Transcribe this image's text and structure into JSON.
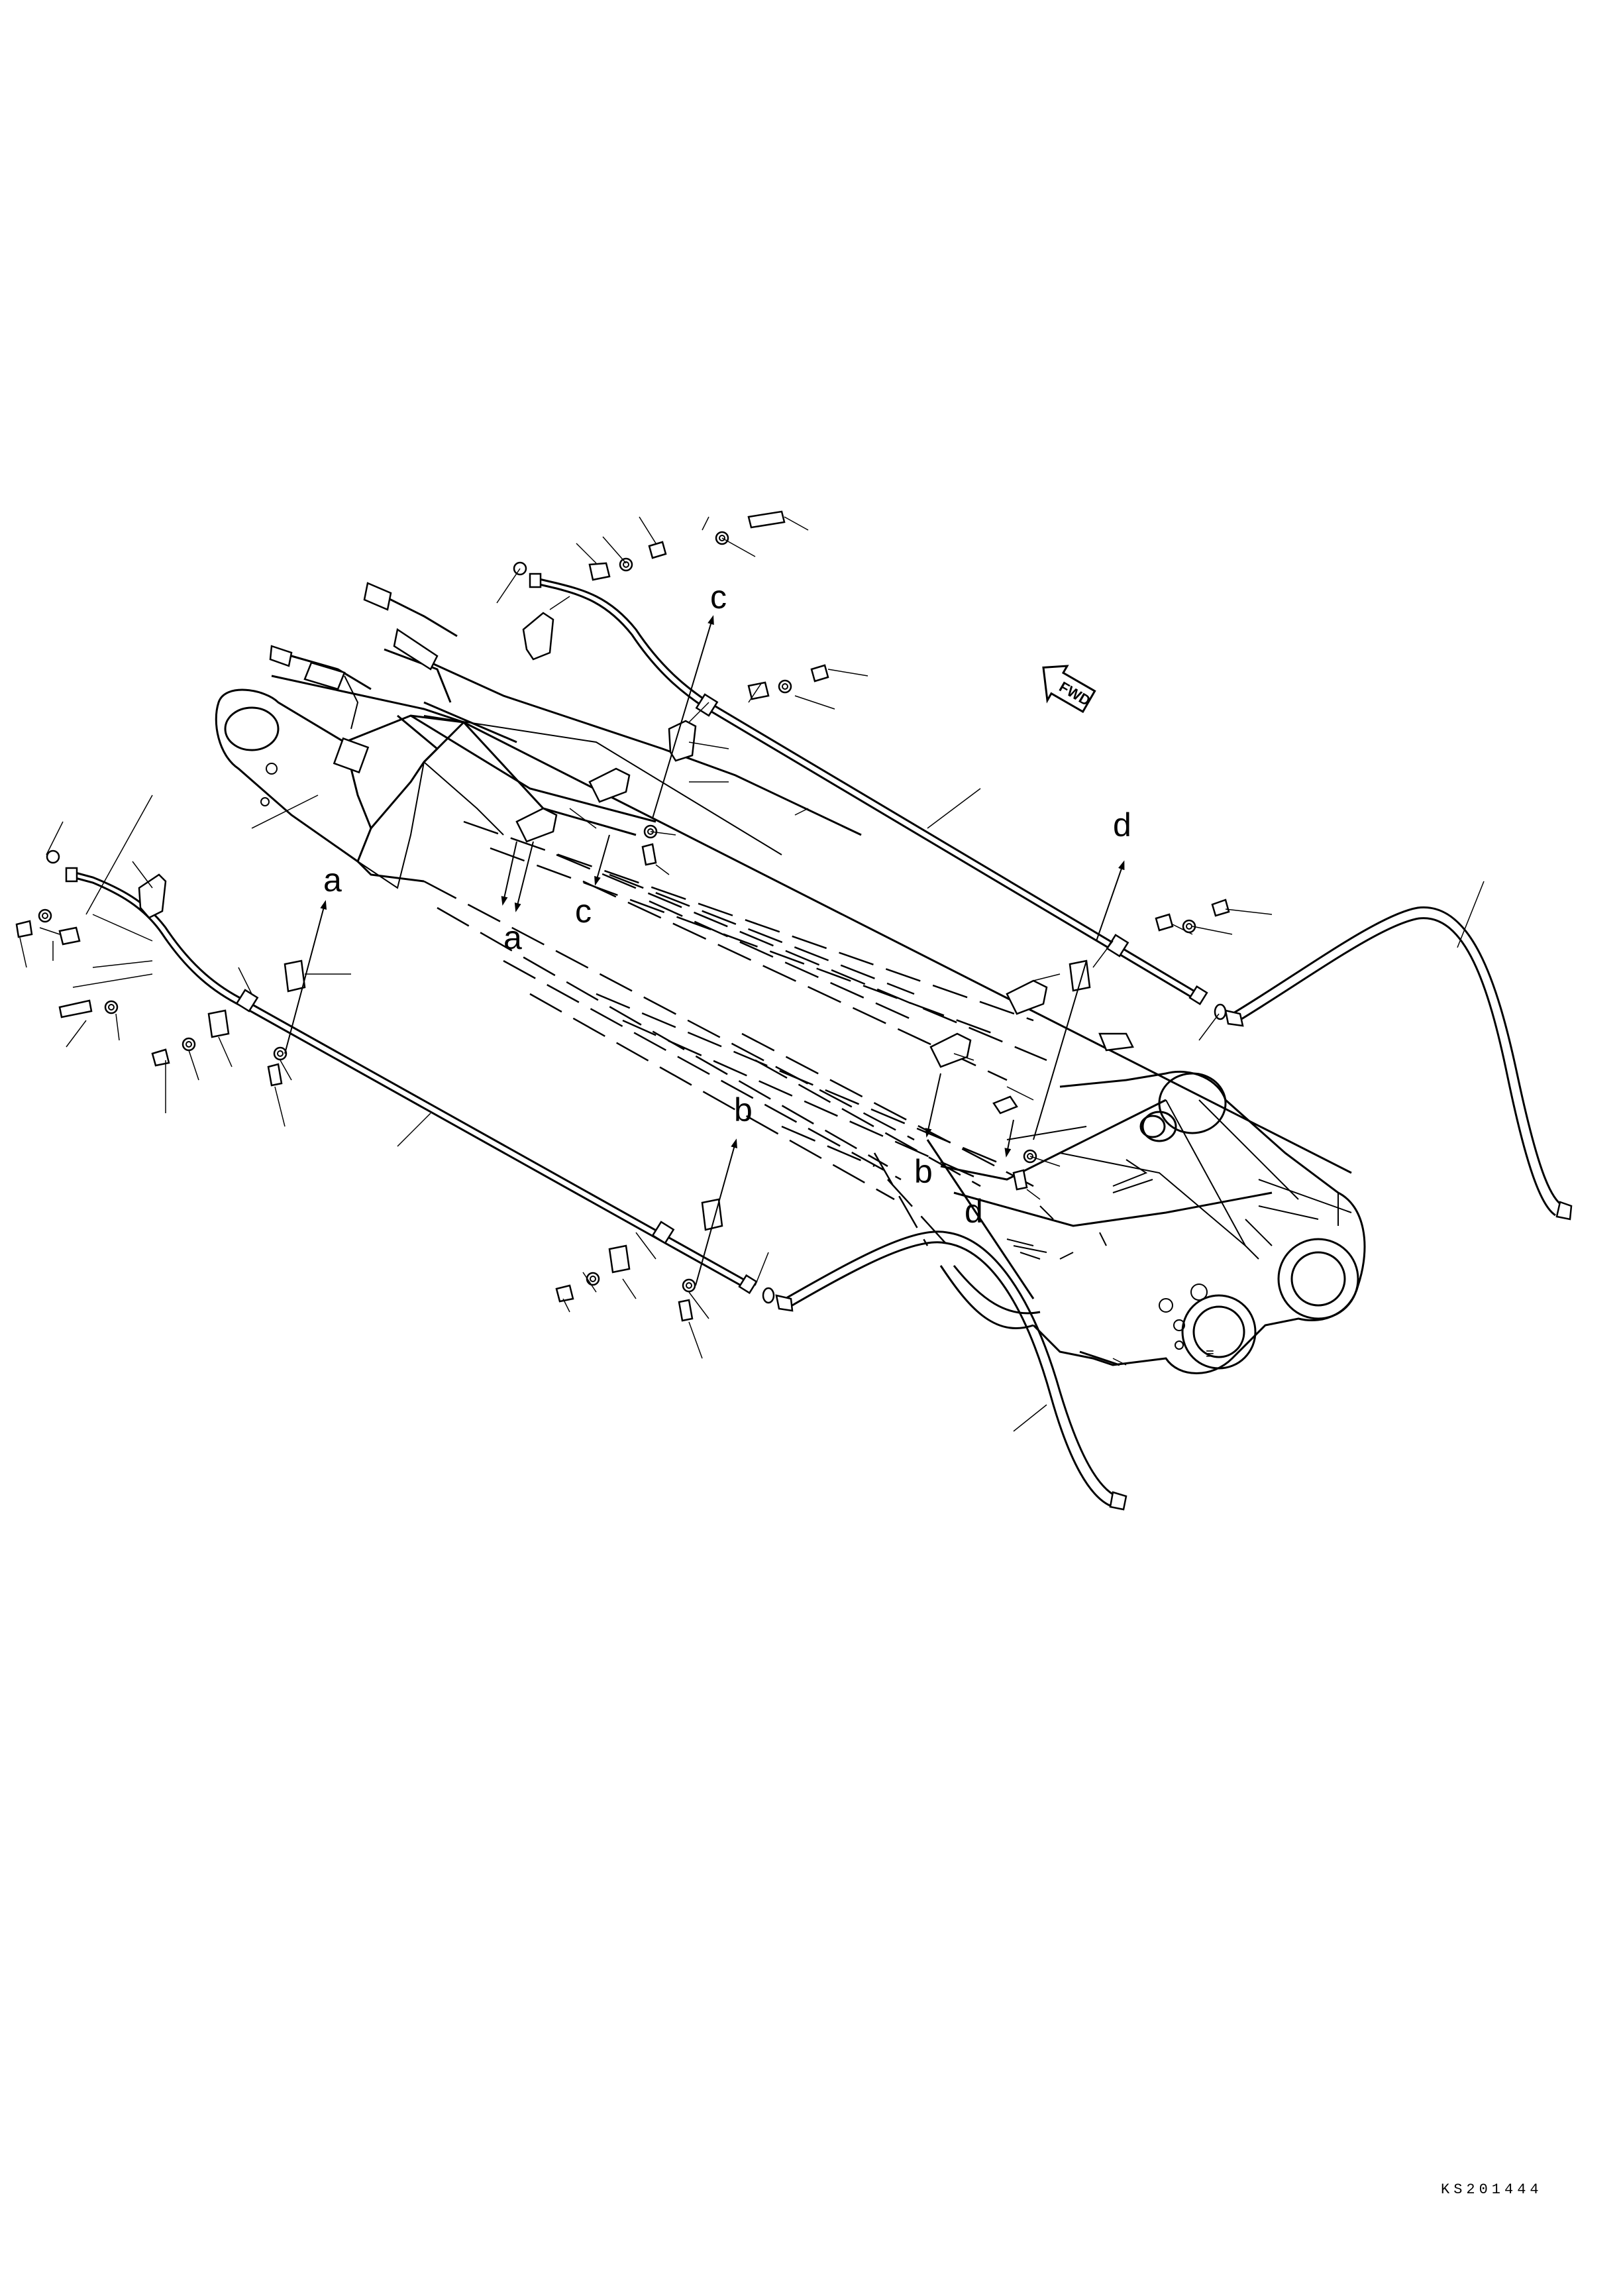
{
  "diagram": {
    "orientation_marker": {
      "text": "FWD",
      "icon": "forward-arrow-icon"
    },
    "reference_labels": [
      "a",
      "a",
      "b",
      "b",
      "c",
      "c",
      "d",
      "d"
    ],
    "drawing_code": "KS201444"
  }
}
